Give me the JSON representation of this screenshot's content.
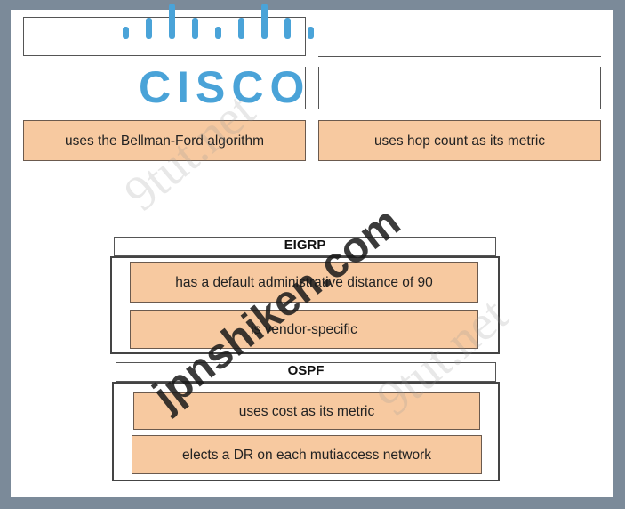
{
  "logo": {
    "text": "CISCO",
    "color": "#4aa3d8"
  },
  "answers": {
    "left": "uses the Bellman-Ford algorithm",
    "right": "uses hop count as its metric"
  },
  "groups": {
    "eigrp": {
      "title": "EIGRP",
      "items": [
        "has a default administrative distance of 90",
        "is vendor-specific"
      ]
    },
    "ospf": {
      "title": "OSPF",
      "items": [
        "uses cost as its metric",
        "elects a DR on each mutiaccess network"
      ]
    }
  },
  "watermarks": {
    "main": "jpnshiken.com",
    "faint": "9tut.net"
  },
  "colors": {
    "tile_fill": "#f7c9a0",
    "frame": "#7b8a99"
  }
}
